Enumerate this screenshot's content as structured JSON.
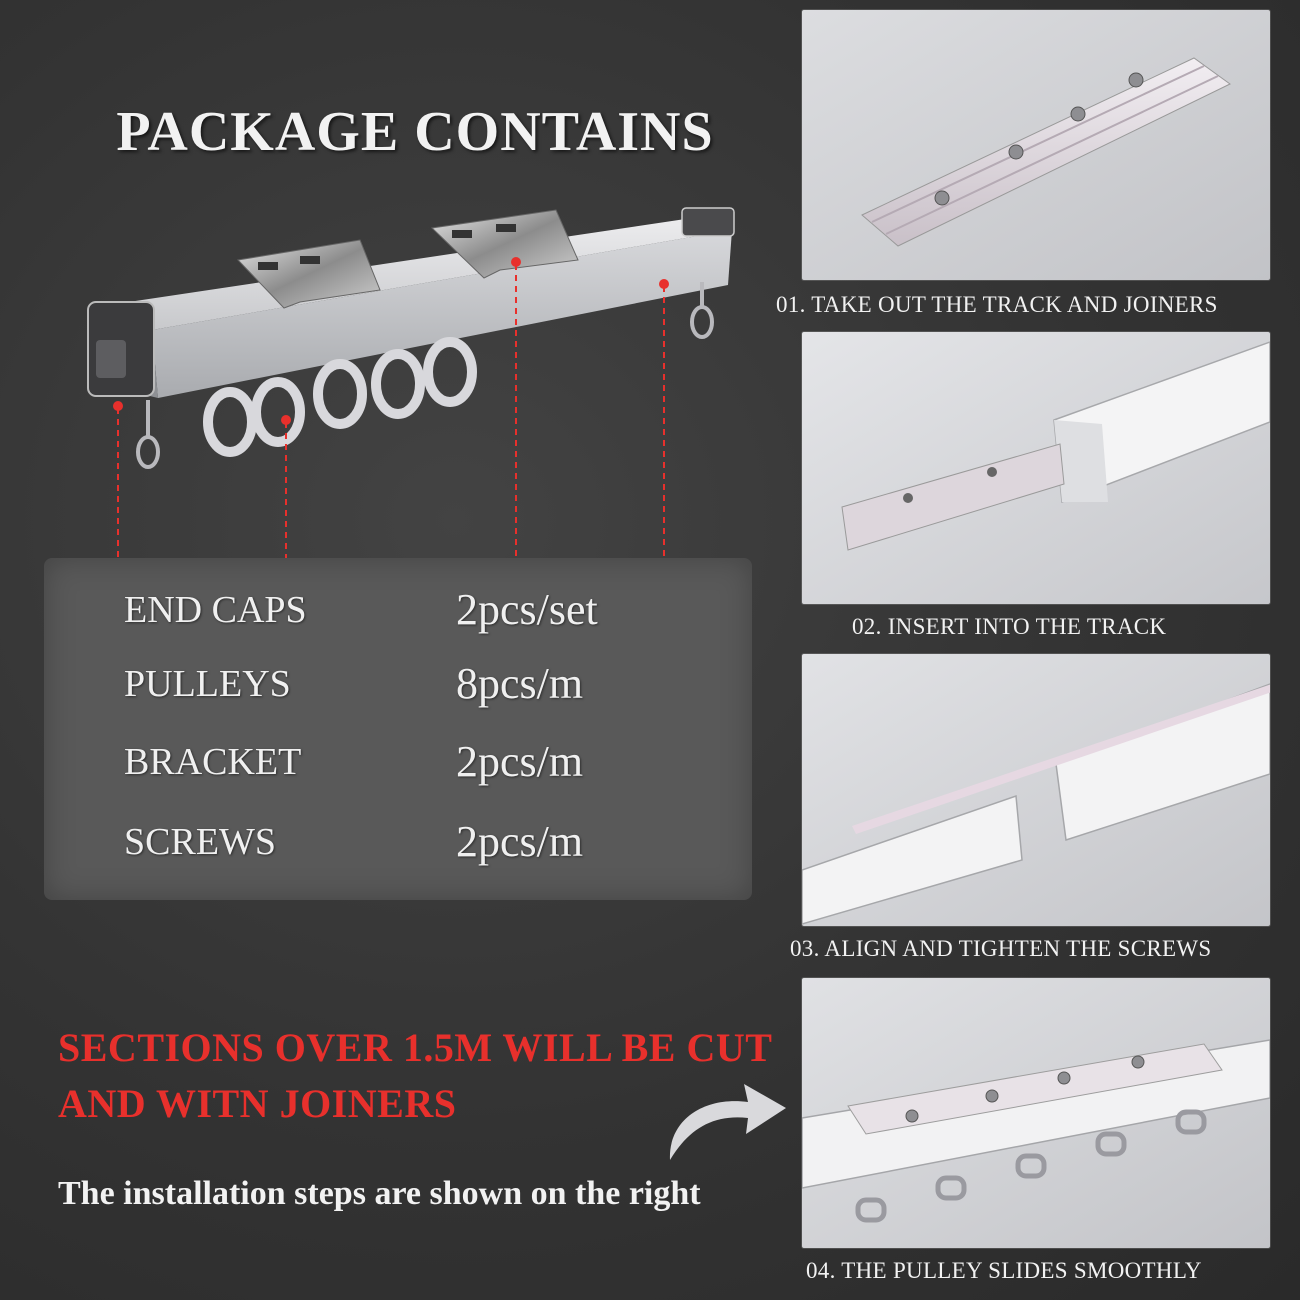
{
  "heading": "PACKAGE CONTAINS",
  "specs": [
    {
      "label": "END CAPS",
      "value": "2pcs/set"
    },
    {
      "label": "PULLEYS",
      "value": "8pcs/m"
    },
    {
      "label": "BRACKET",
      "value": "2pcs/m"
    },
    {
      "label": "SCREWS",
      "value": "2pcs/m"
    }
  ],
  "notice": {
    "line1": "SECTIONS OVER 1.5M WILL BE CUT",
    "line2": "AND WITN JOINERS",
    "color": "#e8302c"
  },
  "steps_note": "The installation steps are shown on the right",
  "steps": [
    {
      "caption": "01. TAKE OUT THE TRACK AND JOINERS"
    },
    {
      "caption": "02. INSERT INTO THE TRACK"
    },
    {
      "caption": "03. ALIGN AND TIGHTEN THE SCREWS"
    },
    {
      "caption": "04. THE PULLEY SLIDES SMOOTHLY"
    }
  ],
  "colors": {
    "background": "#333333",
    "panel": "#595959",
    "callout_dot": "#e8302c",
    "track": "#c9cacd"
  },
  "icons": [
    "curved-arrow-icon"
  ]
}
